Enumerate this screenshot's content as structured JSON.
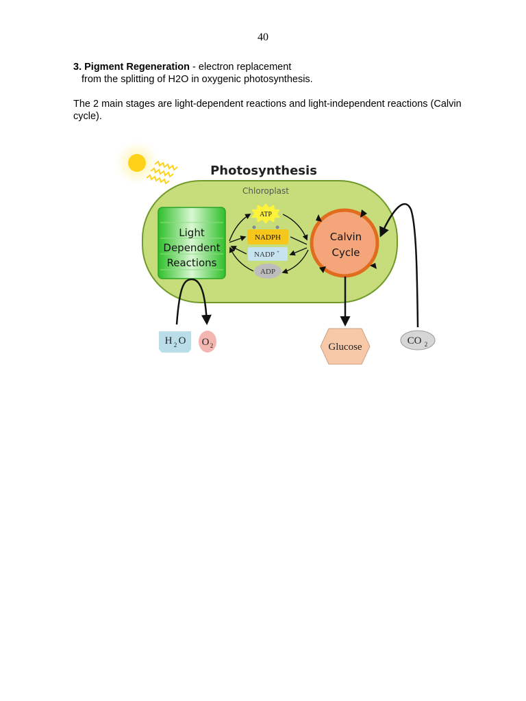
{
  "page_number": "40",
  "section": {
    "heading": "3. Pigment Regeneration",
    "heading_rest": " - electron replacement",
    "line2": "from the splitting of H2O in oxygenic photosynthesis."
  },
  "stages_text": "The 2 main stages are light-dependent reactions and light-independent reactions (Calvin cycle).",
  "diagram": {
    "title": "Photosynthesis",
    "organelle": "Chloroplast",
    "light_dependent": [
      "Light",
      "Dependent",
      "Reactions"
    ],
    "calvin": [
      "Calvin",
      "Cycle"
    ],
    "molecules": {
      "atp": "ATP",
      "nadph": "NADPH",
      "nadp": "NADP",
      "nadp_sup": "+",
      "adp": "ADP"
    },
    "inputs_outputs": {
      "h2o_main": "H",
      "h2o_sub": "2",
      "h2o_rest": "O",
      "o2_main": "O",
      "o2_sub": "2",
      "glucose": "Glucose",
      "co2_main": "CO",
      "co2_sub": "2"
    },
    "colors": {
      "chloroplast_fill": "#c7dc7a",
      "chloroplast_border": "#6f9a2a",
      "light_dependent": "#4ccf3d",
      "calvin_fill": "#f4a57a",
      "calvin_border": "#e06c1e",
      "sun": "#ffd21a",
      "atp": "#fff23a",
      "nadph": "#f7c61a",
      "nadp": "#c6e4ef",
      "adp": "#bdbdbd",
      "h2o": "#b9dde9",
      "o2": "#f4b6b0",
      "glucose": "#f7c9a9",
      "co2": "#d6d6d6"
    }
  }
}
